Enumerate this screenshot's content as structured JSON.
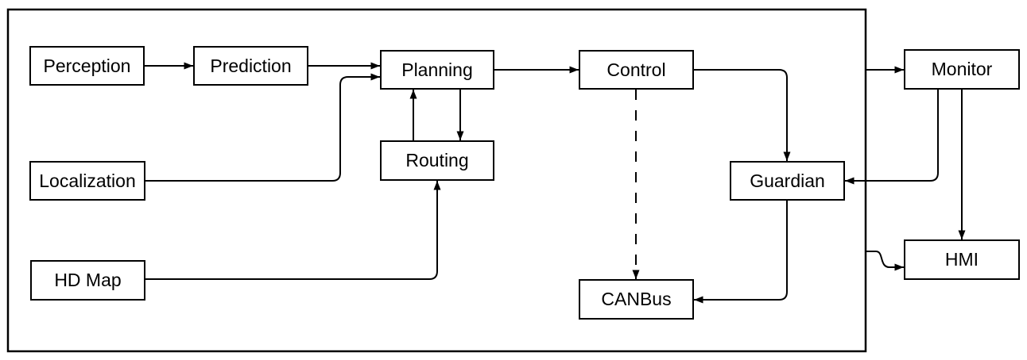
{
  "diagram": {
    "background_color": "#ffffff",
    "stroke_color": "#000000",
    "node_fill_color": "#ffffff",
    "text_color": "#000000",
    "nodes": {
      "perception": {
        "label": "Perception"
      },
      "prediction": {
        "label": "Prediction"
      },
      "planning": {
        "label": "Planning"
      },
      "control": {
        "label": "Control"
      },
      "monitor": {
        "label": "Monitor"
      },
      "localization": {
        "label": "Localization"
      },
      "routing": {
        "label": "Routing"
      },
      "guardian": {
        "label": "Guardian"
      },
      "hdmap": {
        "label": "HD Map"
      },
      "canbus": {
        "label": "CANBus"
      },
      "hmi": {
        "label": "HMI"
      }
    },
    "edges": [
      {
        "from": "Perception",
        "to": "Prediction",
        "style": "solid",
        "arrow": true
      },
      {
        "from": "Prediction",
        "to": "Planning",
        "style": "solid",
        "arrow": true
      },
      {
        "from": "Localization",
        "to": "Planning",
        "style": "solid",
        "arrow": true
      },
      {
        "from": "HD Map",
        "to": "Routing",
        "style": "solid",
        "arrow": true
      },
      {
        "from": "Routing",
        "to": "Planning",
        "style": "solid",
        "arrow": true
      },
      {
        "from": "Planning",
        "to": "Routing",
        "style": "solid",
        "arrow": true
      },
      {
        "from": "Planning",
        "to": "Control",
        "style": "solid",
        "arrow": true
      },
      {
        "from": "Control",
        "to": "Guardian",
        "style": "solid",
        "arrow": true
      },
      {
        "from": "Control",
        "to": "CANBus",
        "style": "dashed",
        "arrow": true
      },
      {
        "from": "Guardian",
        "to": "CANBus",
        "style": "solid",
        "arrow": true
      },
      {
        "from": "Monitor",
        "to": "Guardian",
        "style": "solid",
        "arrow": true
      },
      {
        "from": "Monitor",
        "to": "HMI",
        "style": "solid",
        "arrow": true
      },
      {
        "from": "module-boundary",
        "to": "Monitor",
        "style": "solid",
        "arrow": true
      },
      {
        "from": "module-boundary",
        "to": "HMI",
        "style": "solid-curved",
        "arrow": true
      }
    ]
  }
}
